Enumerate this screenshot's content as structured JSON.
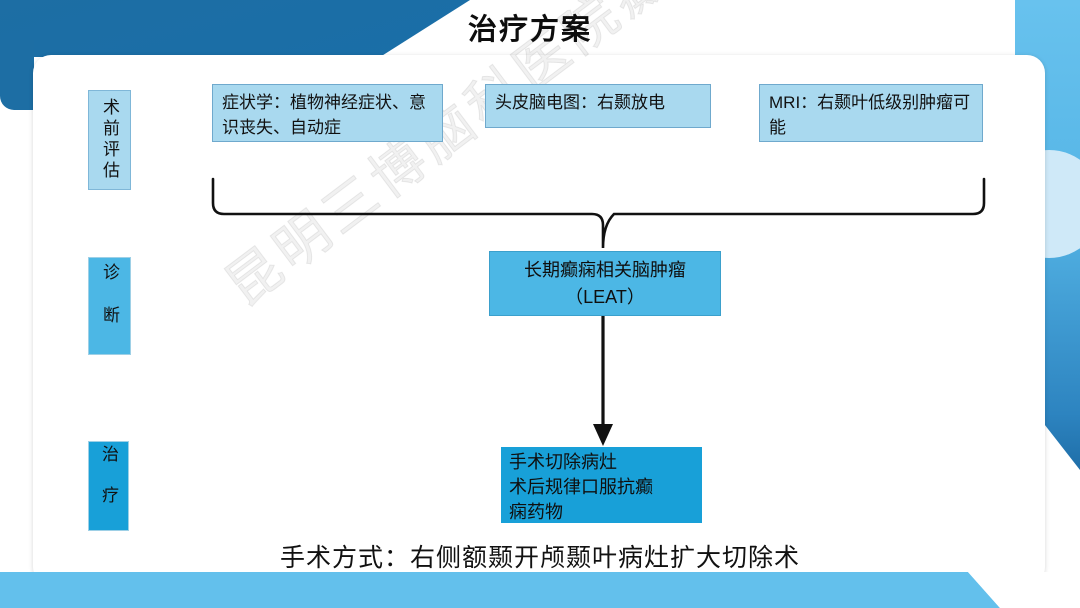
{
  "slide": {
    "title": "治疗方案",
    "watermark": "昆明三博脑科医院癫痫中心",
    "caption": "手术方式：右侧额颞开颅颞叶病灶扩大切除术"
  },
  "stages": [
    {
      "id": "pre",
      "label": "术前评估"
    },
    {
      "id": "diag",
      "label": "诊断"
    },
    {
      "id": "treat",
      "label": "治疗"
    }
  ],
  "evidence": [
    {
      "label": "症状学：植物神经症状、意识丧失、自动症"
    },
    {
      "label": "头皮脑电图：右颞放电"
    },
    {
      "label": "MRI：右颞叶低级别肿瘤可能"
    }
  ],
  "diagnosis": {
    "line1": "长期癫痫相关脑肿瘤",
    "line2": "（LEAT）"
  },
  "treatment": {
    "line1": "手术切除病灶",
    "line2": "术后规律口服抗癫",
    "line3": "痫药物"
  },
  "colors": {
    "light_blue_fill": "#a9d9ef",
    "mid_blue_fill": "#4cb7e5",
    "deep_blue_fill": "#18a0d8",
    "accent_dark": "#1d6ea4",
    "accent_band": "#63c0ec",
    "connector": "#111111"
  }
}
